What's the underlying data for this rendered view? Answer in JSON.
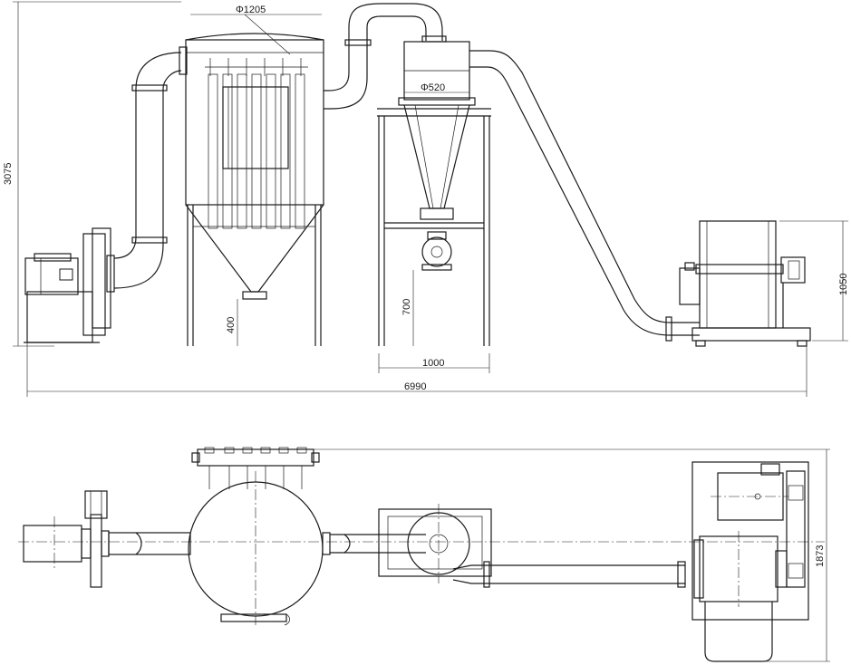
{
  "dimensions": {
    "filter_diameter": "Φ1205",
    "cyclone_diameter": "Φ520",
    "total_height": "3075",
    "filter_outlet_height": "400",
    "cyclone_outlet_height": "700",
    "cyclone_frame_width": "1000",
    "total_length": "6990",
    "mill_height": "1050",
    "plan_width": "1873"
  },
  "colors": {
    "line": "#1a1a1a",
    "background": "#ffffff"
  }
}
